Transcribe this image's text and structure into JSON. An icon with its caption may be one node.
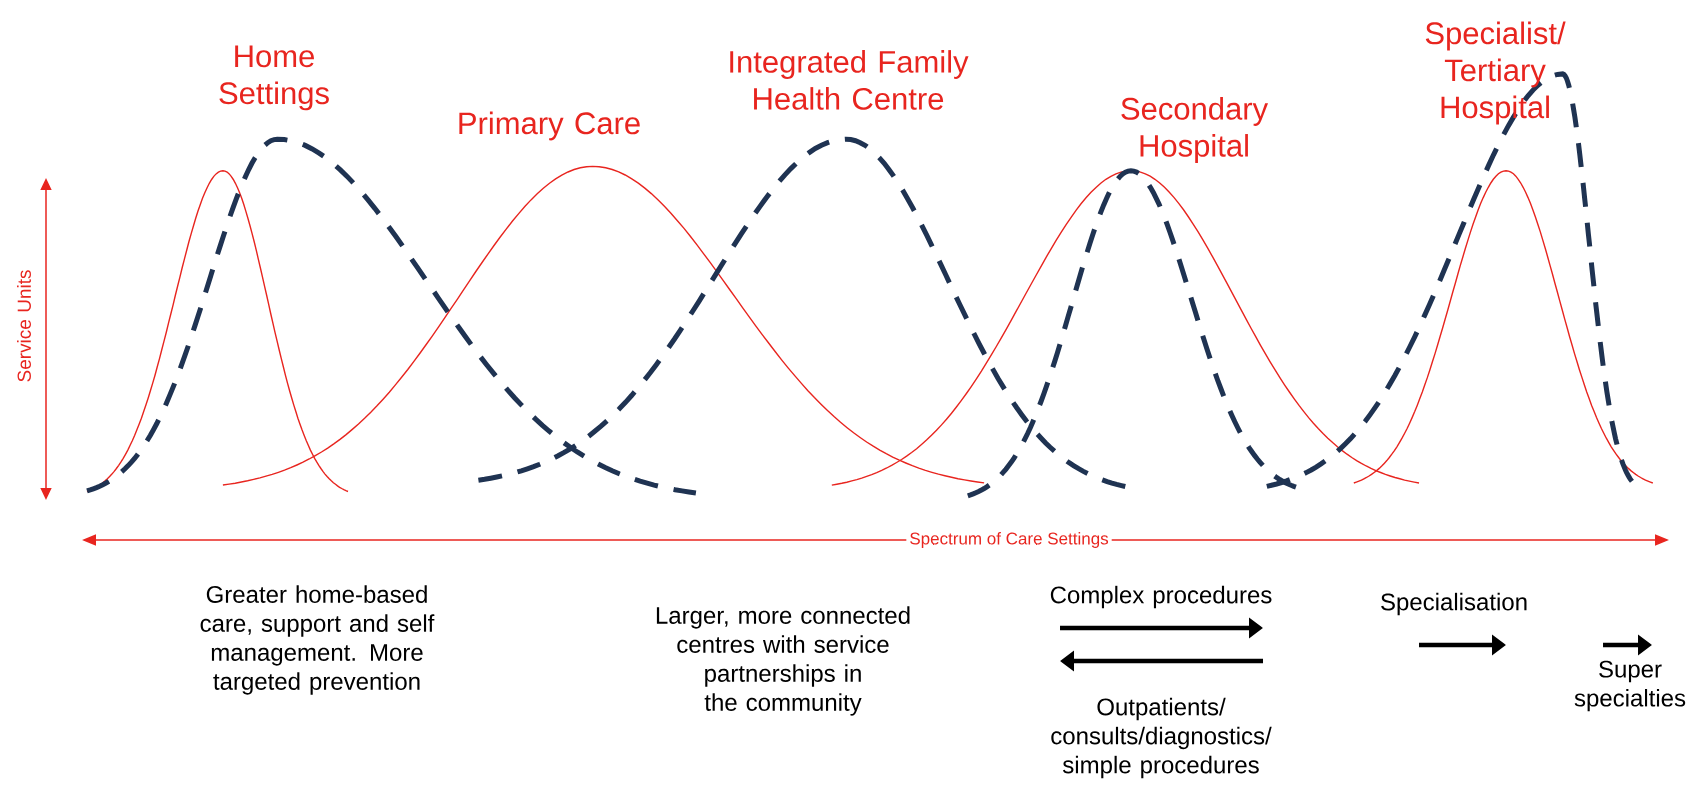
{
  "diagram": {
    "labels": [
      "Home Settings",
      "Primary Care",
      "Integrated Family Health Centre",
      "Secondary Hospital",
      "Specialist/ Tertiary Hospital",
      "Service Units",
      "Spectrum of Care Settings",
      "Greater home-based care, support and self management. More targeted prevention",
      "Larger, more connected centres with service partnerships in the community",
      "Complex procedures",
      "Specialisation",
      "Outpatients/ consults/diagnostics/ simple procedures",
      "Super specialties"
    ]
  }
}
